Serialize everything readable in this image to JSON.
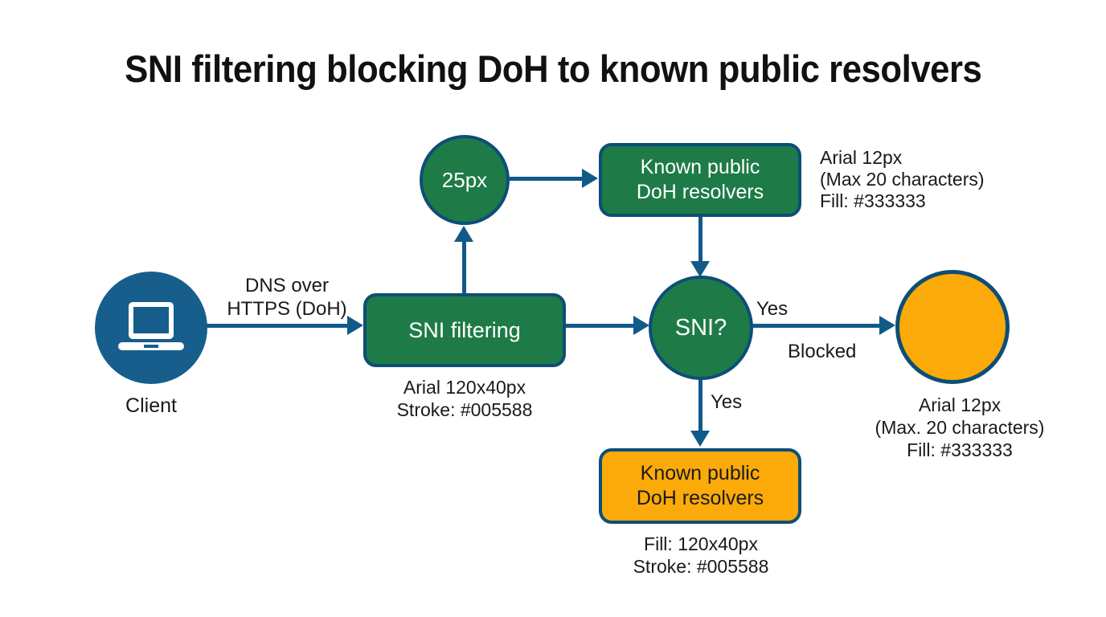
{
  "title": "SNI filtering blocking DoH to known public resolvers",
  "colors": {
    "node_green": "#1e7b47",
    "node_orange": "#fbaa0a",
    "client_blue": "#175e8c",
    "stroke_blue": "#0d4e77",
    "arrow_blue": "#115a88",
    "text_dark": "#1a1a1a",
    "text_light": "#ffffff"
  },
  "nodes": {
    "client": {
      "label": "Client"
    },
    "sni_filtering": {
      "label": "SNI filtering",
      "caption_line1": "Arial 120x40px",
      "caption_line2": "Stroke: #005588"
    },
    "radius_circle": {
      "label": "25px"
    },
    "top_resolvers": {
      "line1": "Known public",
      "line2": "DoH resolvers"
    },
    "sni_decision": {
      "label": "SNI?"
    },
    "bottom_resolvers": {
      "line1": "Known public",
      "line2": "DoH resolvers",
      "caption_line1": "Fill: 120x40px",
      "caption_line2": "Stroke: #005588"
    }
  },
  "edges": {
    "client_to_filter": {
      "label_line1": "DNS over",
      "label_line2": "HTTPS (DoH)"
    },
    "decision_to_blocked": {
      "label_top": "Yes",
      "label_bottom": "Blocked"
    },
    "decision_to_bottom": {
      "label": "Yes"
    }
  },
  "annotations": {
    "top_right": {
      "line1": "Arial 12px",
      "line2": "(Max 20 characters)",
      "line3": "Fill: #333333"
    },
    "bottom_right": {
      "line1": "Arial 12px",
      "line2": "(Max. 20 characters)",
      "line3": "Fill: #333333"
    }
  }
}
